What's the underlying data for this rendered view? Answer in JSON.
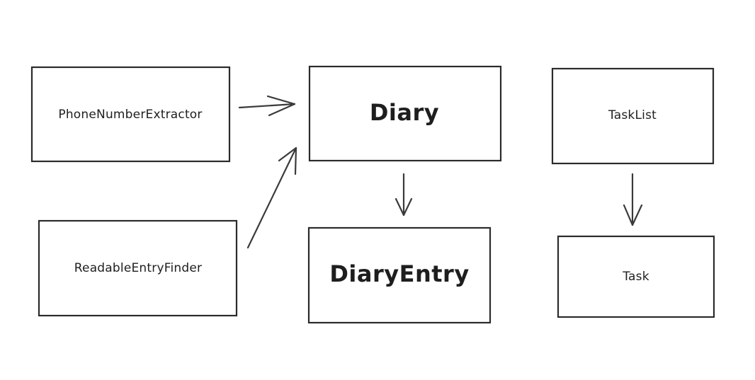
{
  "diagram": {
    "nodes": {
      "phone_number_extractor": {
        "label": "PhoneNumberExtractor"
      },
      "readable_entry_finder": {
        "label": "ReadableEntryFinder"
      },
      "diary": {
        "label": "Diary"
      },
      "diary_entry": {
        "label": "DiaryEntry"
      },
      "task_list": {
        "label": "TaskList"
      },
      "task": {
        "label": "Task"
      }
    },
    "edges": [
      {
        "from": "PhoneNumberExtractor",
        "to": "Diary"
      },
      {
        "from": "ReadableEntryFinder",
        "to": "Diary"
      },
      {
        "from": "Diary",
        "to": "DiaryEntry"
      },
      {
        "from": "TaskList",
        "to": "Task"
      }
    ],
    "colors": {
      "stroke": "#2b2b2b",
      "text": "#1e1e1e",
      "background": "#ffffff"
    }
  }
}
